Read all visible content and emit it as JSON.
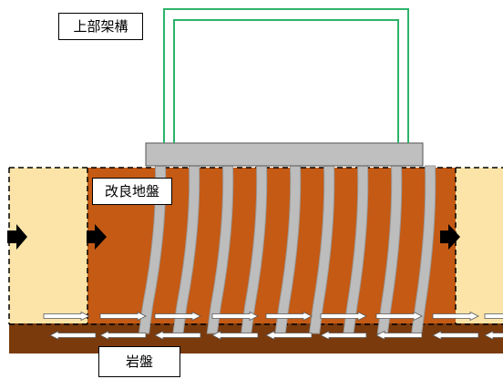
{
  "labels": {
    "superstructure": "上部架構",
    "improved_ground": "改良地盤",
    "bedrock": "岩盤"
  },
  "colors": {
    "frame_line": "#2DB36A",
    "mat": "#BFBFBF",
    "improved_ground": "#C45A14",
    "ground_pale": "#FCE4A8",
    "bedrock": "#7A3A0C",
    "pile": "#BDBDBD",
    "arrow": "#000000"
  },
  "piles": {
    "count": 9
  }
}
